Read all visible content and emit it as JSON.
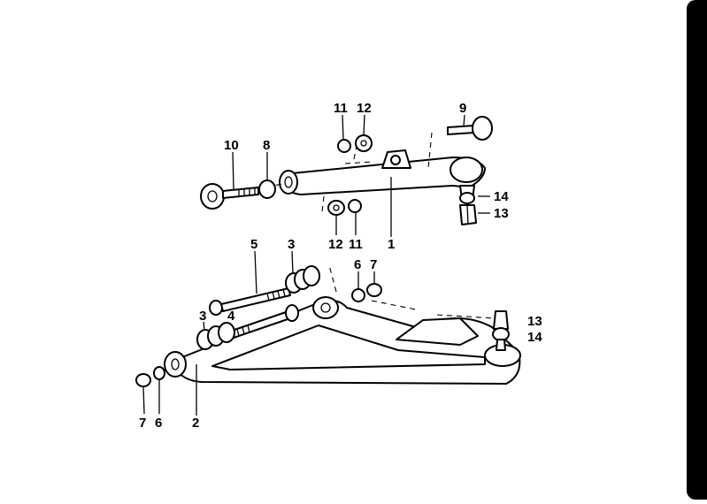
{
  "diagram": {
    "callouts": [
      {
        "id": "c11-top",
        "text": "11"
      },
      {
        "id": "c12-top",
        "text": "12"
      },
      {
        "id": "c9",
        "text": "9"
      },
      {
        "id": "c10",
        "text": "10"
      },
      {
        "id": "c8",
        "text": "8"
      },
      {
        "id": "c14-top",
        "text": "14"
      },
      {
        "id": "c13-top",
        "text": "13"
      },
      {
        "id": "c12-mid",
        "text": "12"
      },
      {
        "id": "c11-mid",
        "text": "11"
      },
      {
        "id": "c1",
        "text": "1"
      },
      {
        "id": "c5",
        "text": "5"
      },
      {
        "id": "c3-top",
        "text": "3"
      },
      {
        "id": "c6-top",
        "text": "6"
      },
      {
        "id": "c7-top",
        "text": "7"
      },
      {
        "id": "c3-mid",
        "text": "3"
      },
      {
        "id": "c4",
        "text": "4"
      },
      {
        "id": "c13-bot",
        "text": "13"
      },
      {
        "id": "c14-bot",
        "text": "14"
      },
      {
        "id": "c7-bot",
        "text": "7"
      },
      {
        "id": "c6-bot",
        "text": "6"
      },
      {
        "id": "c2",
        "text": "2"
      }
    ]
  }
}
